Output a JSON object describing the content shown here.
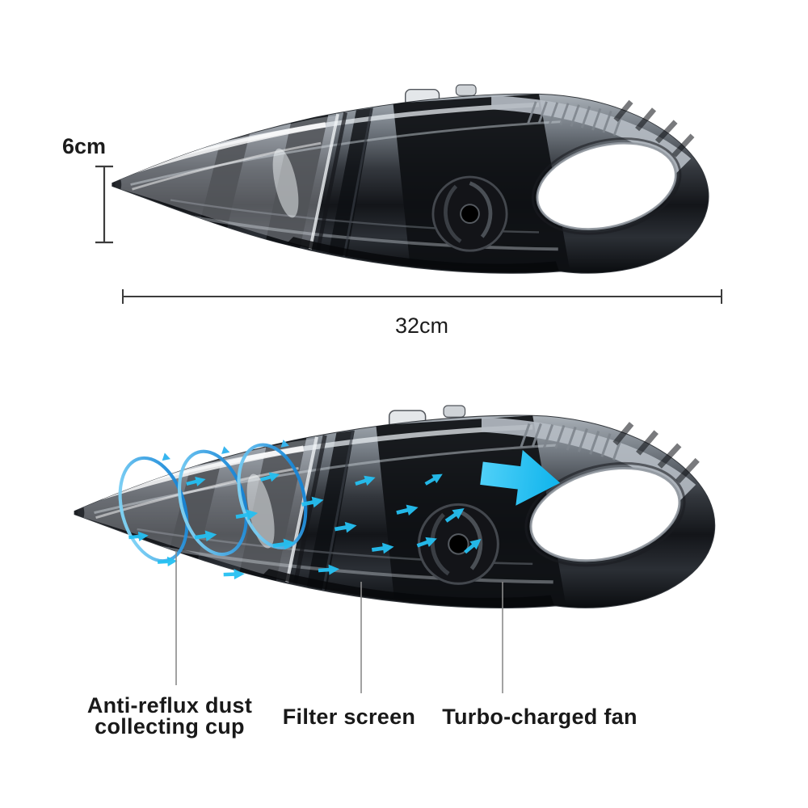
{
  "page": {
    "background": "#ffffff"
  },
  "dimensions": {
    "height": {
      "label": "6cm"
    },
    "length": {
      "label": "32cm"
    }
  },
  "parts": {
    "dust_cup": {
      "line1": "Anti-reflux dust",
      "line2": "collecting cup"
    },
    "filter_screen": {
      "label": "Filter screen"
    },
    "turbo_fan": {
      "label": "Turbo-charged fan"
    }
  },
  "colors": {
    "airflow_arrow": "#25c0f2",
    "spiral_blue": "#3fa9e8",
    "dimension_lines": "#3c3c3c",
    "callout_lines": "#8a8a8a",
    "label_text": "#191919",
    "body_dark": "#101318",
    "body_silver": "#b6bdc4",
    "background": "#ffffff"
  }
}
